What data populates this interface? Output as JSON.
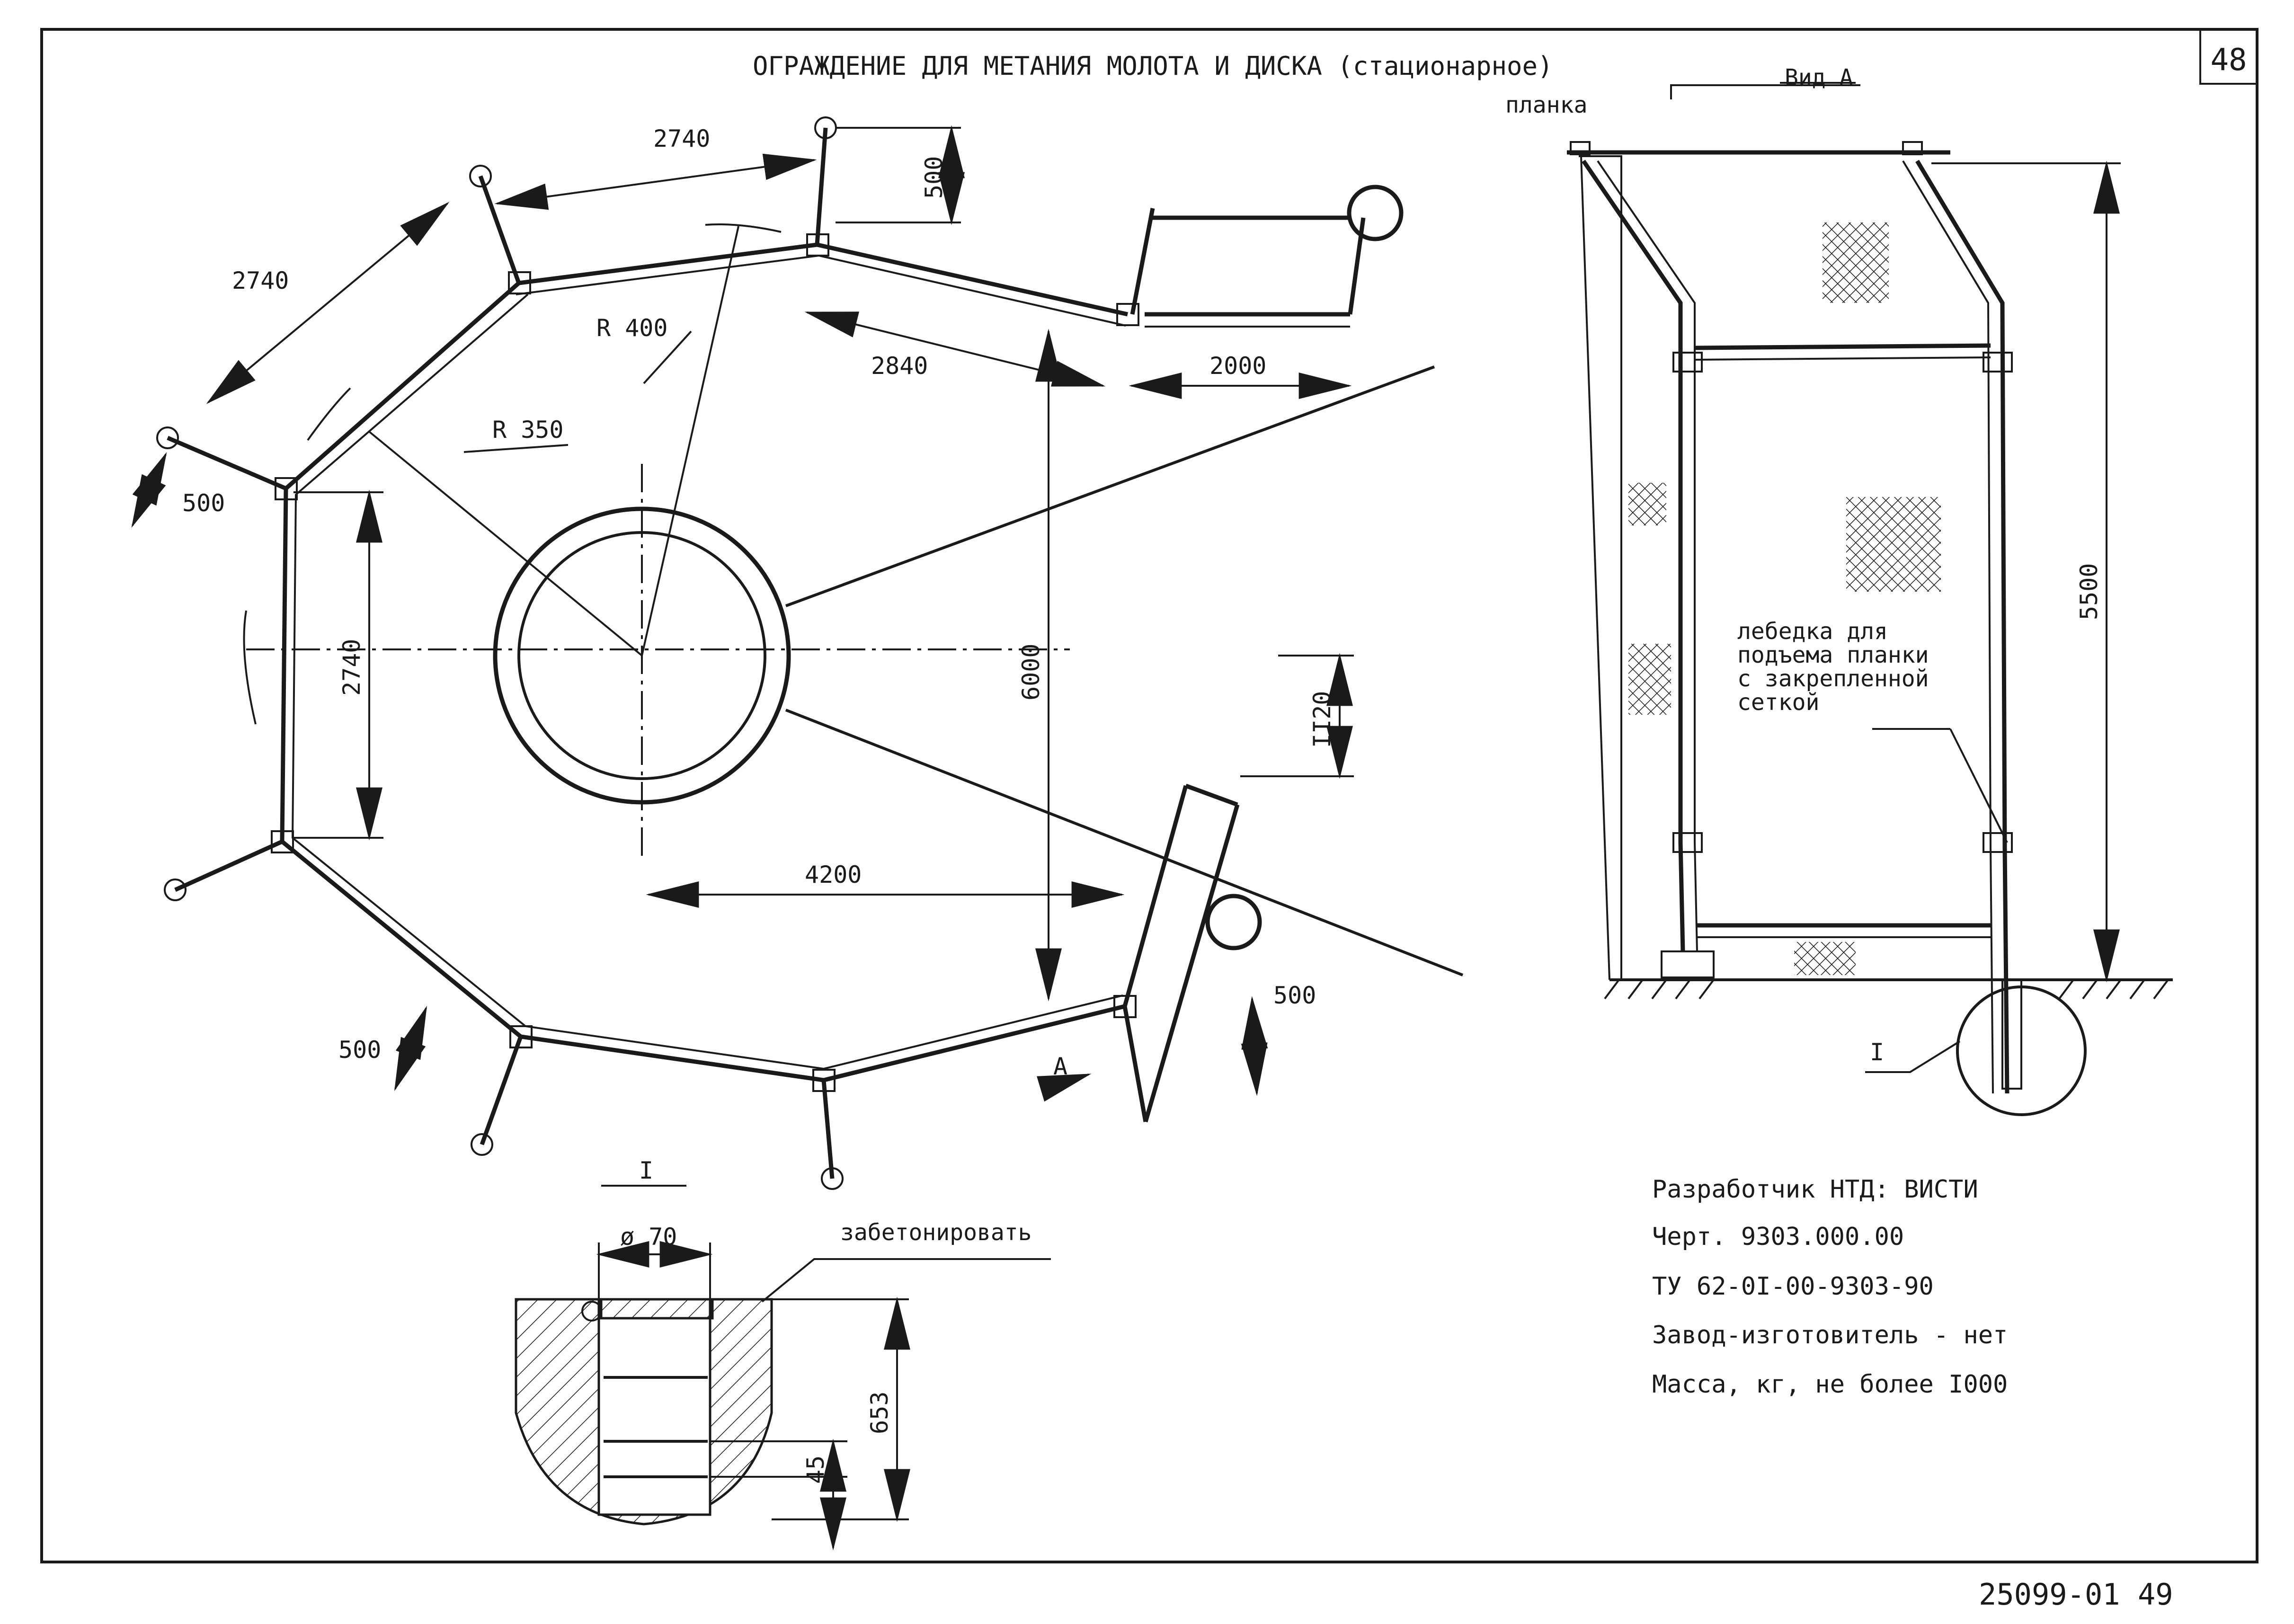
{
  "title": "ОГРАЖДЕНИЕ ДЛЯ МЕТАНИЯ МОЛОТА И ДИСКА (стационарное)",
  "sheet_number": "48",
  "doc_code": "25099-01 49",
  "view_a": {
    "title": "Вид А",
    "plank_label": "планка",
    "winch_label": [
      "лебедка для",
      "подъема планки",
      "с закрепленной",
      "сеткой"
    ],
    "height": "5500",
    "detail_mark": "I"
  },
  "plan": {
    "dims": {
      "top_left_span": "2740",
      "left_upper_span": "2740",
      "left_vertical_span": "2740",
      "top_post": "500",
      "left_post": "500",
      "bottom_left_post": "500",
      "right_post": "500",
      "right_span": "2840",
      "door_width": "2000",
      "r400": "R 400",
      "r350": "R 350",
      "total_width": "6000",
      "offset": "II20",
      "to_gate": "4200"
    },
    "view_arrow": "A"
  },
  "detail": {
    "mark": "I",
    "diameter": "ø 70",
    "concrete_note": "забетонировать",
    "depth": "653",
    "bottom": "45"
  },
  "info": {
    "developer": "Разработчик НТД: ВИСТИ",
    "drawing": "Черт. 9303.000.00",
    "spec": "ТУ 62-0I-00-9303-90",
    "manufacturer": "Завод-изготовитель - нет",
    "mass": "Масса, кг, не более I000"
  }
}
